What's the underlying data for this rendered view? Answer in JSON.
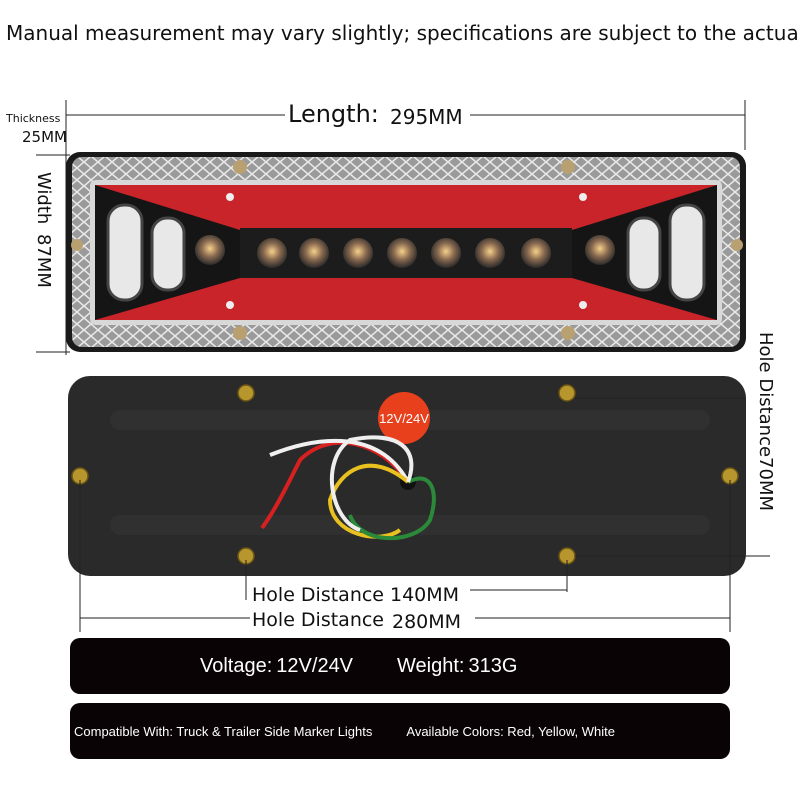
{
  "header": {
    "notice": "Manual measurement may vary slightly; specifications are subject to the actual"
  },
  "dimensions": {
    "length_label": "Length:",
    "length_value": "295MM",
    "thickness_label": "Thickness",
    "thickness_value": "25MM",
    "width_label": "Width",
    "width_value": "87MM",
    "hole_vertical": "Hole Distance70MM",
    "hole_inner_label": "Hole Distance",
    "hole_inner_value": "140MM",
    "hole_outer_label": "Hole Distance",
    "hole_outer_value": "280MM"
  },
  "product": {
    "badge": "12V/24V"
  },
  "specs": {
    "voltage_label": "Voltage:",
    "voltage_value": "12V/24V",
    "weight_label": "Weight:",
    "weight_value": "313G",
    "compatible": "Compatible With: Truck & Trailer Side Marker Lights",
    "colors": "Available Colors: Red, Yellow, White"
  },
  "colors": {
    "lens_red": "#c8242a",
    "housing": "#2a2a2a",
    "badge": "#e8401c",
    "panel": "#0a0305"
  }
}
